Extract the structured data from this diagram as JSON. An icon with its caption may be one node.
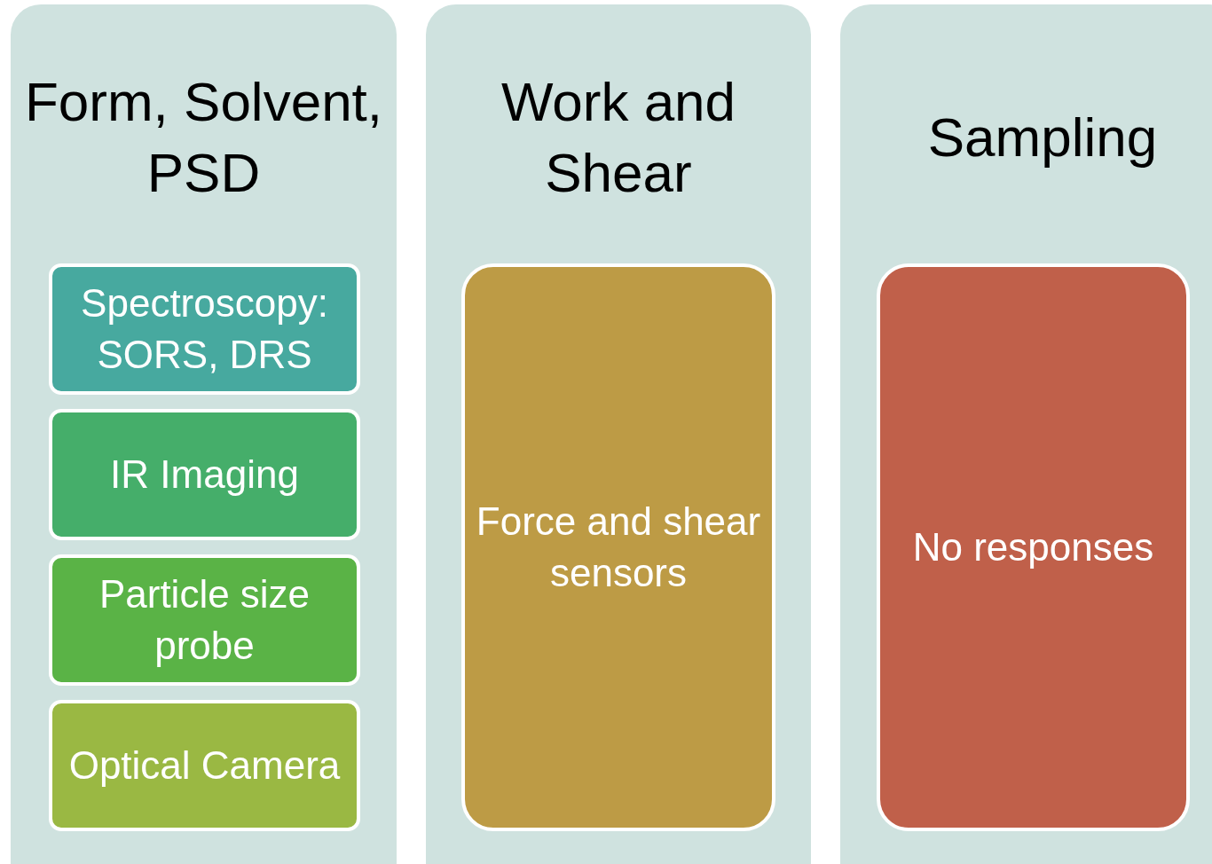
{
  "diagram": {
    "nodes": [
      {
        "text": [
          "Form, Solvent, PSD"
        ]
      },
      {
        "text": [
          "Spectroscopy: SORS, DRS"
        ],
        "in": 0
      },
      {
        "text": [
          "IR Imaging"
        ],
        "in": 0
      },
      {
        "text": [
          "Particle size probe"
        ],
        "in": 0
      },
      {
        "text": [
          "Optical Camera"
        ],
        "in": 0
      },
      {
        "text": [
          "Work and Shear"
        ]
      },
      {
        "text": [
          "Force and shear sensors"
        ],
        "in": 5
      },
      {
        "text": [
          "Sampling"
        ]
      },
      {
        "text": [
          "No responses"
        ],
        "in": 7
      }
    ]
  }
}
